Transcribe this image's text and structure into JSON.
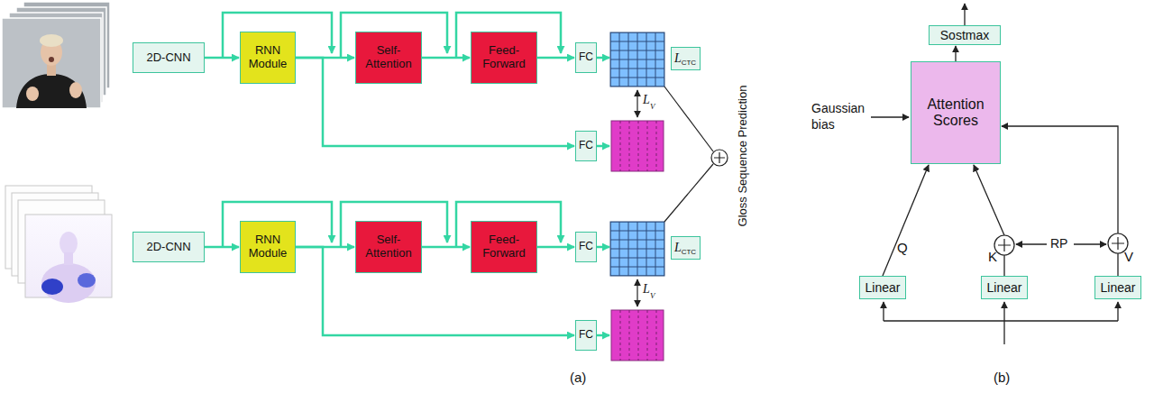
{
  "diagram": {
    "nodes": [
      {
        "text": [
          "2D-CNN"
        ]
      },
      {
        "text": [
          "RNN Module"
        ]
      },
      {
        "text": [
          "Self-Attention"
        ]
      },
      {
        "text": [
          "Feed-Forward"
        ]
      },
      {
        "text": [
          "FC"
        ]
      },
      {
        "text": [
          "L",
          "CTC"
        ]
      },
      {
        "text": [
          "FC"
        ]
      },
      {
        "text": [
          "2D-CNN"
        ]
      },
      {
        "text": [
          "RNN Module"
        ]
      },
      {
        "text": [
          "Self-Attention"
        ]
      },
      {
        "text": [
          "Feed-Forward"
        ]
      },
      {
        "text": [
          "FC"
        ]
      },
      {
        "text": [
          "L",
          "CTC"
        ]
      },
      {
        "text": [
          "FC"
        ]
      },
      {
        "text": [
          "Sostmax"
        ]
      },
      {
        "text": [
          "Attention Scores"
        ]
      },
      {
        "text": [
          "Linear"
        ]
      },
      {
        "text": [
          "Linear"
        ]
      },
      {
        "text": [
          "Linear"
        ]
      }
    ],
    "edges": [
      {
        "from": 0,
        "to": 1,
        "arrow": "to"
      },
      {
        "from": 1,
        "to": 2,
        "arrow": "to"
      },
      {
        "from": 2,
        "to": 3,
        "arrow": "to"
      },
      {
        "from": 3,
        "to": 4,
        "arrow": "to"
      },
      {
        "from": 1,
        "to": 6,
        "arrow": "to"
      },
      {
        "from": 7,
        "to": 8,
        "arrow": "to"
      },
      {
        "from": 8,
        "to": 9,
        "arrow": "to"
      },
      {
        "from": 9,
        "to": 10,
        "arrow": "to"
      },
      {
        "from": 10,
        "to": 11,
        "arrow": "to"
      },
      {
        "from": 8,
        "to": 13,
        "arrow": "to"
      },
      {
        "from": 16,
        "to": 15,
        "label": "Q",
        "arrow": "to"
      },
      {
        "from": 17,
        "to": 15,
        "label": "K",
        "arrow": "to"
      },
      {
        "from": 18,
        "to": 15,
        "label": "V",
        "arrow": "to"
      },
      {
        "from": 15,
        "to": 14,
        "arrow": "to"
      }
    ],
    "labels": [
      "L",
      "V",
      "L",
      "V",
      "Gloss Sequence Prediction",
      "(a)",
      "Gaussian bias",
      "RP",
      "(b)"
    ]
  }
}
